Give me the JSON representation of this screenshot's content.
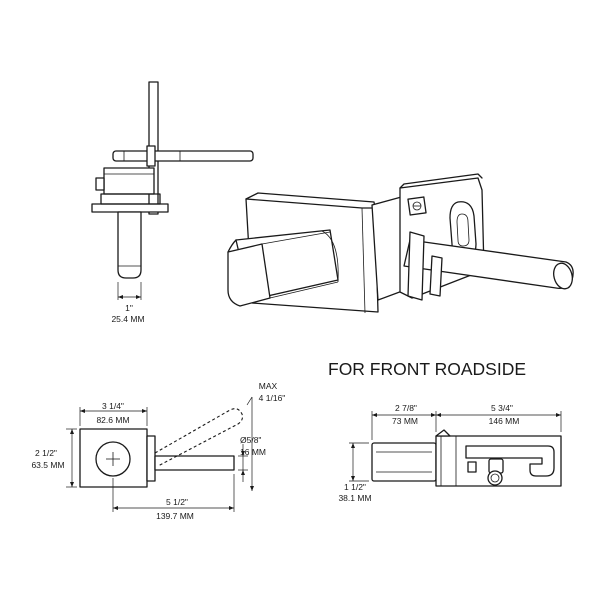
{
  "title": "FOR FRONT ROADSIDE",
  "side_view": {
    "width_imperial": "1\"",
    "width_metric": "25.4 MM"
  },
  "top_view": {
    "max_label": "MAX",
    "max_value": "4 1/16\"",
    "width_imperial": "3 1/4\"",
    "width_metric": "82.6 MM",
    "height_imperial": "2 1/2\"",
    "height_metric": "63.5 MM",
    "pin_diameter_imperial": "Ø5/8\"",
    "pin_diameter_metric": "16 MM",
    "length_imperial": "5 1/2\"",
    "length_metric": "139.7 MM"
  },
  "front_view": {
    "plate_width_imperial": "2 7/8\"",
    "plate_width_metric": "73 MM",
    "overall_width_imperial": "5 3/4\"",
    "overall_width_metric": "146 MM",
    "height_imperial": "1 1/2\"",
    "height_metric": "38.1 MM"
  }
}
